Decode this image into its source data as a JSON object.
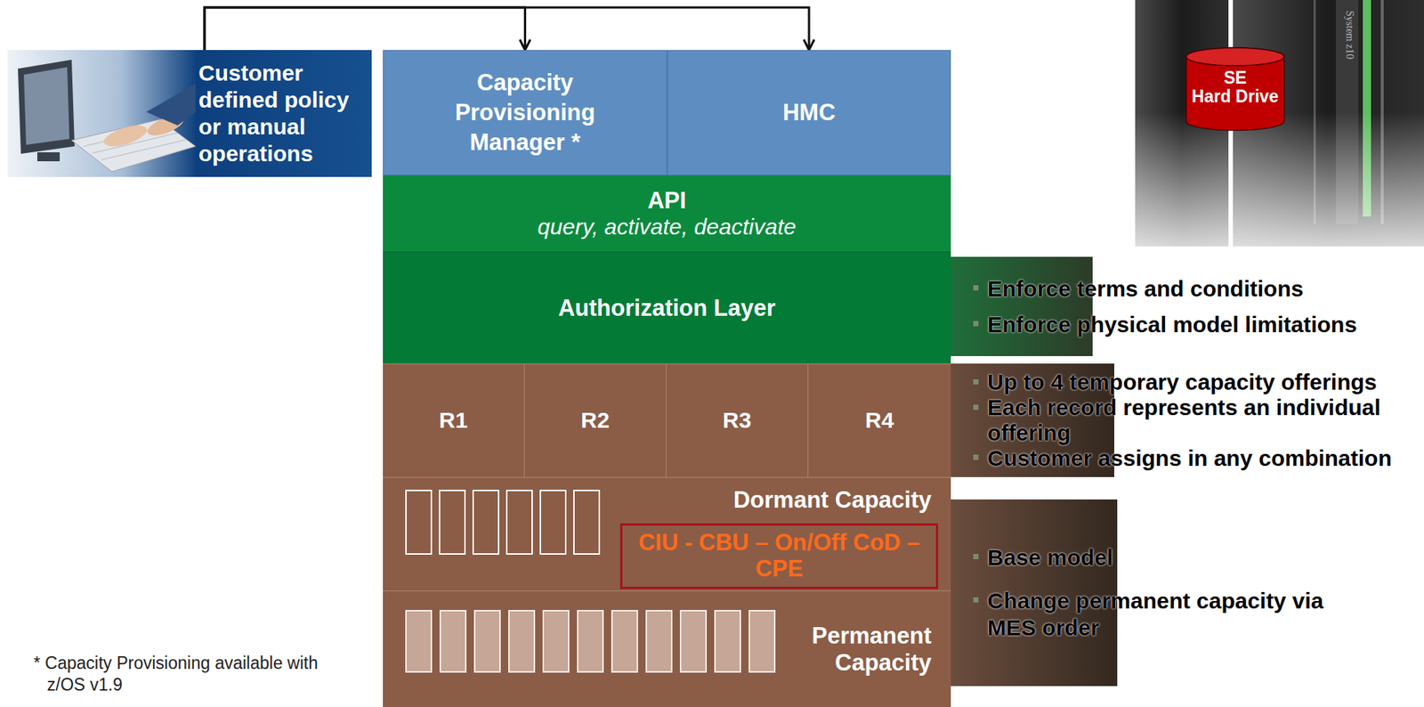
{
  "diagram": {
    "nodes": [
      {
        "text": [
          "Customer defined policy or manual operations"
        ]
      },
      {
        "text": [
          "Capacity Provisioning Manager *"
        ]
      },
      {
        "text": [
          "HMC"
        ]
      },
      {
        "text": [
          "SE Hard Drive"
        ]
      },
      {
        "text": [
          "API",
          "query, activate, deactivate"
        ]
      },
      {
        "text": [
          "Authorization Layer"
        ]
      },
      {
        "text": [
          "Enforce terms and conditions",
          "Enforce physical model limitations"
        ]
      },
      {
        "text": [
          "R1"
        ]
      },
      {
        "text": [
          "R2"
        ]
      },
      {
        "text": [
          "R3"
        ]
      },
      {
        "text": [
          "R4"
        ]
      },
      {
        "text": [
          "Up to 4 temporary capacity offerings",
          "Each record represents an individual offering",
          "Customer assigns in any combination"
        ]
      },
      {
        "text": [
          "Dormant Capacity"
        ]
      },
      {
        "text": [
          "CIU - CBU – On/Off CoD – CPE"
        ],
        "in": 12
      },
      {
        "text": [
          "Permanent Capacity"
        ]
      },
      {
        "text": [
          "Base model",
          "Change permanent capacity via MES order"
        ]
      }
    ],
    "edges": [
      {
        "from": 0,
        "to": 1,
        "arrow": "to"
      },
      {
        "from": 0,
        "to": 2,
        "arrow": "to"
      }
    ],
    "labels": [
      "System z10",
      "* Capacity Provisioning available with z/OS v1.9"
    ]
  }
}
